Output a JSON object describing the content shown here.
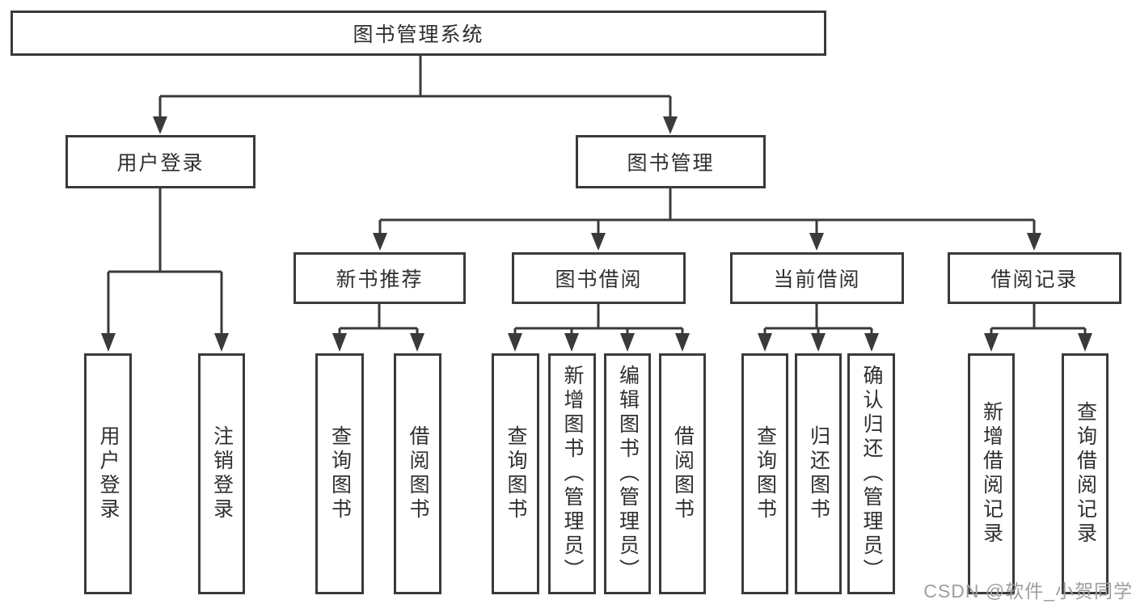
{
  "tree": {
    "root": {
      "label": "图书管理系统",
      "children": [
        {
          "label": "用户登录",
          "children": [
            {
              "label": "用户登录"
            },
            {
              "label": "注销登录"
            }
          ]
        },
        {
          "label": "图书管理",
          "children": [
            {
              "label": "新书推荐",
              "children": [
                {
                  "label": "查询图书"
                },
                {
                  "label": "借阅图书"
                }
              ]
            },
            {
              "label": "图书借阅",
              "children": [
                {
                  "label": "查询图书"
                },
                {
                  "label": "新增图书（管理员）"
                },
                {
                  "label": "编辑图书（管理员）"
                },
                {
                  "label": "借阅图书"
                }
              ]
            },
            {
              "label": "当前借阅",
              "children": [
                {
                  "label": "查询图书"
                },
                {
                  "label": "归还图书"
                },
                {
                  "label": "确认归还（管理员）"
                }
              ]
            },
            {
              "label": "借阅记录",
              "children": [
                {
                  "label": "新增借阅记录"
                },
                {
                  "label": "查询借阅记录"
                }
              ]
            }
          ]
        }
      ]
    }
  },
  "watermark": {
    "text": "CSDN @软件_小贺同学"
  },
  "colors": {
    "line": "#3a3a3a",
    "text": "#2f2f2f",
    "watermark": "#9e9e9e",
    "background": "#ffffff",
    "box_fill": "#ffffff"
  }
}
